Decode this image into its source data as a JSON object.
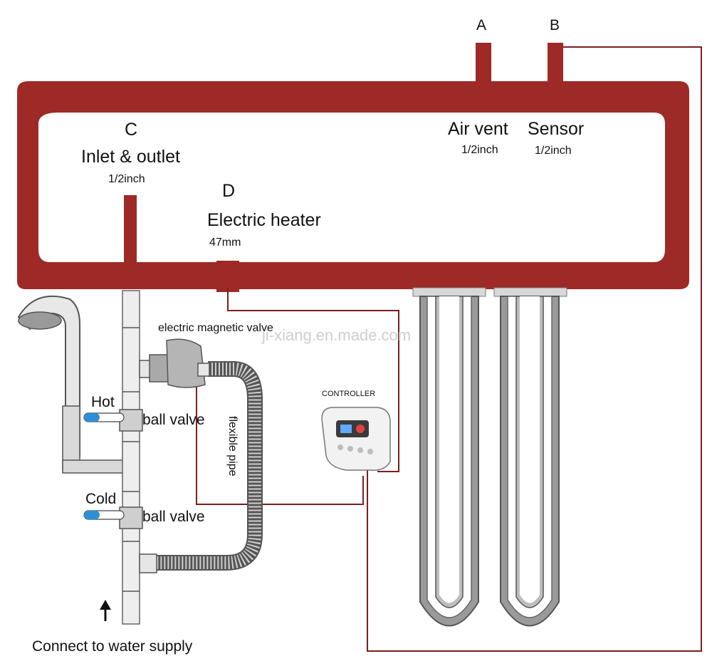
{
  "colors": {
    "tank": "#9d2a26",
    "wire": "#7a1f1c",
    "pipe_fill": "#e9e9e9",
    "pipe_stroke": "#666666",
    "valve_handle": "#2f8fd6"
  },
  "icons": [
    "shower-head-icon",
    "controller-icon",
    "arrow-up-icon",
    "magnetic-valve-icon"
  ],
  "ports": {
    "a_letter": "A",
    "b_letter": "B",
    "c_letter": "C",
    "d_letter": "D",
    "air_vent": "Air vent",
    "air_vent_size": "1/2inch",
    "sensor": "Sensor",
    "sensor_size": "1/2inch",
    "inlet_outlet": "Inlet & outlet",
    "inlet_outlet_size": "1/2inch",
    "electric_heater": "Electric heater",
    "electric_heater_size": "47mm"
  },
  "components": {
    "magnetic_valve": "electric magnetic valve",
    "controller": "CONTROLLER",
    "flexible_pipe": "flexible pipe",
    "hot": "Hot",
    "cold": "Cold",
    "ball_valve_hot": "ball valve",
    "ball_valve_cold": "ball valve",
    "water_supply": "Connect to water supply"
  },
  "watermark": "ji-xiang.en.made.com"
}
